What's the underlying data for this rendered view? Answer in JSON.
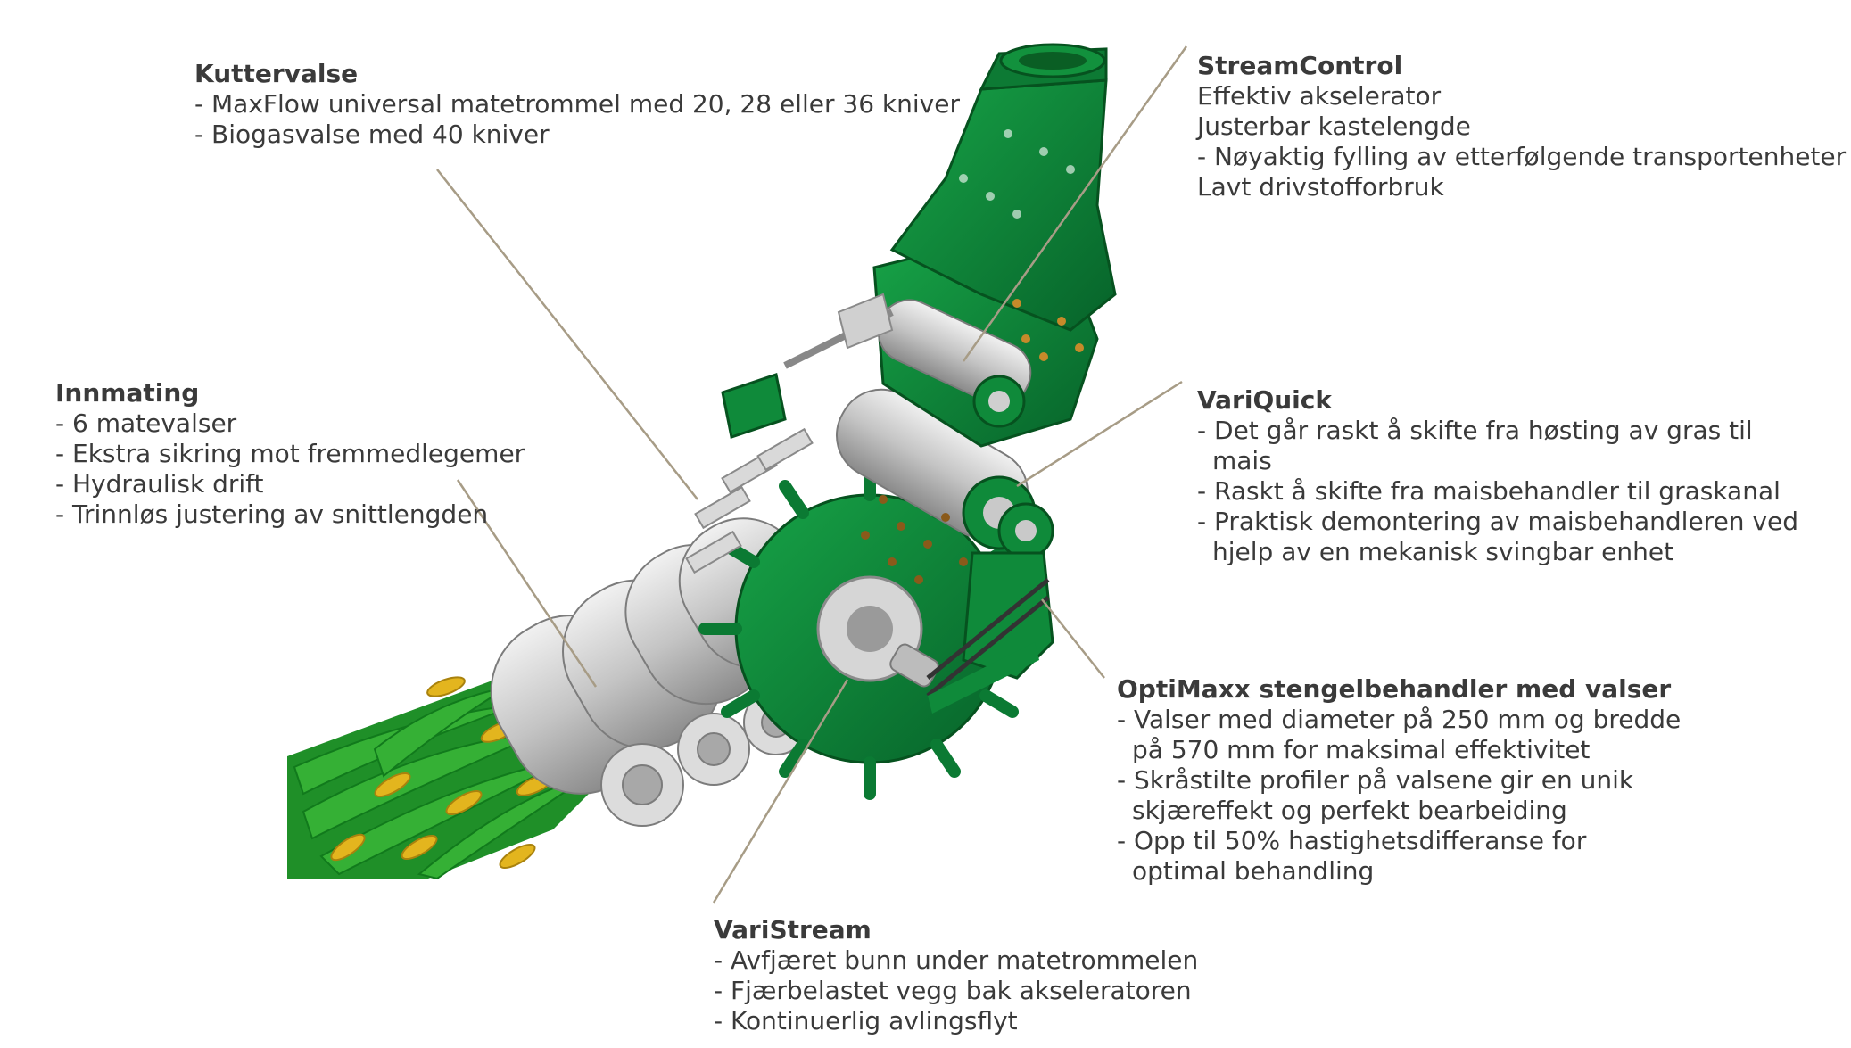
{
  "colors": {
    "machine_green": "#0f8a3a",
    "machine_green_dark": "#075f27",
    "steel": "#c9c9c9",
    "steel_dark": "#8e8e8e",
    "crop_green": "#2a9d2a",
    "corn_yellow": "#e0b21c",
    "leader_line": "#a79c86",
    "text": "#3a3a3a"
  },
  "callouts": {
    "kuttervalse": {
      "title": "Kuttervalse",
      "lines": [
        "- MaxFlow universal matetrommel med 20, 28 eller 36 kniver",
        "- Biogasvalse med 40 kniver"
      ]
    },
    "streamcontrol": {
      "title": "StreamControl",
      "lines": [
        "Effektiv akselerator",
        "Justerbar kastelengde",
        "- Nøyaktig fylling av etterfølgende transportenheter",
        "Lavt drivstofforbruk"
      ]
    },
    "innmating": {
      "title": "Innmating",
      "lines": [
        "- 6 matevalser",
        "- Ekstra sikring mot fremmedlegemer",
        "- Hydraulisk drift",
        "- Trinnløs justering av snittlengden"
      ]
    },
    "variquick": {
      "title": "VariQuick",
      "lines": [
        "- Det går raskt å skifte fra høsting av gras til mais",
        "- Raskt å skifte fra maisbehandler til graskanal",
        "- Praktisk demontering av maisbehandleren ved hjelp av en mekanisk svingbar enhet"
      ]
    },
    "optimaxx": {
      "title": "OptiMaxx stengelbehandler med valser",
      "lines": [
        "- Valser med diameter på 250 mm og bredde på 570 mm for maksimal effektivitet",
        "- Skråstilte profiler på valsene gir en unik skjæreffekt og perfekt bearbeiding",
        "- Opp til 50% hastighetsdifferanse for optimal behandling"
      ]
    },
    "varistream": {
      "title": "VariStream",
      "lines": [
        "- Avfjæret bunn under matetrommelen",
        "- Fjærbelastet vegg bak akseleratoren",
        "- Kontinuerlig avlingsflyt"
      ]
    }
  }
}
